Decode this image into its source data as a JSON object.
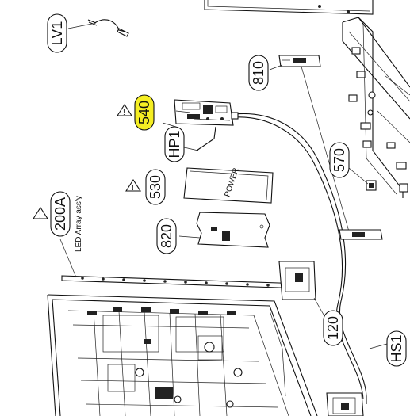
{
  "callouts": [
    {
      "id": "lv1",
      "text": "LV1",
      "highlight": false
    },
    {
      "id": "810",
      "text": "810",
      "highlight": false
    },
    {
      "id": "540",
      "text": "540",
      "highlight": true
    },
    {
      "id": "hp1",
      "text": "HP1",
      "highlight": false
    },
    {
      "id": "570",
      "text": "570",
      "highlight": false
    },
    {
      "id": "530",
      "text": "530",
      "highlight": false
    },
    {
      "id": "200a",
      "text": "200A",
      "highlight": false
    },
    {
      "id": "820",
      "text": "820",
      "highlight": false
    },
    {
      "id": "120",
      "text": "120",
      "highlight": false
    },
    {
      "id": "hs1",
      "text": "HS1",
      "highlight": false
    }
  ],
  "part_text": {
    "power_board_print": "POWER",
    "led_array_caption": "LED Array ass'y",
    "caution_mark": "!"
  },
  "colors": {
    "highlight": "#f5ee23",
    "line": "#111111",
    "background": "#ffffff"
  }
}
